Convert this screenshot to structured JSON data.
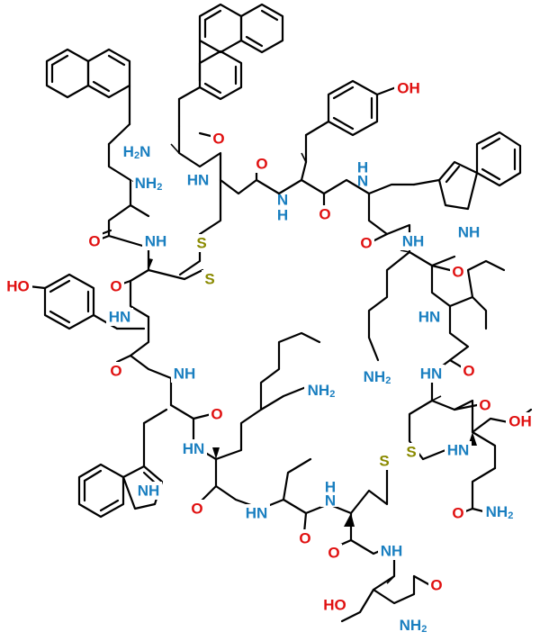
{
  "colors": {
    "nitrogen": "#1a7fc0",
    "oxygen": "#e01010",
    "sulfur": "#8a8a00",
    "carbon_bond": "#000000"
  },
  "labels": {
    "nh2": "NH",
    "nh2_sub": "2",
    "h2n": "H",
    "h2n_sub": "2",
    "h2n_n": "N",
    "nh": "NH",
    "hn": "HN",
    "n": "N",
    "h": "H",
    "o": "O",
    "oh": "OH",
    "ho": "HO",
    "s": "S"
  }
}
